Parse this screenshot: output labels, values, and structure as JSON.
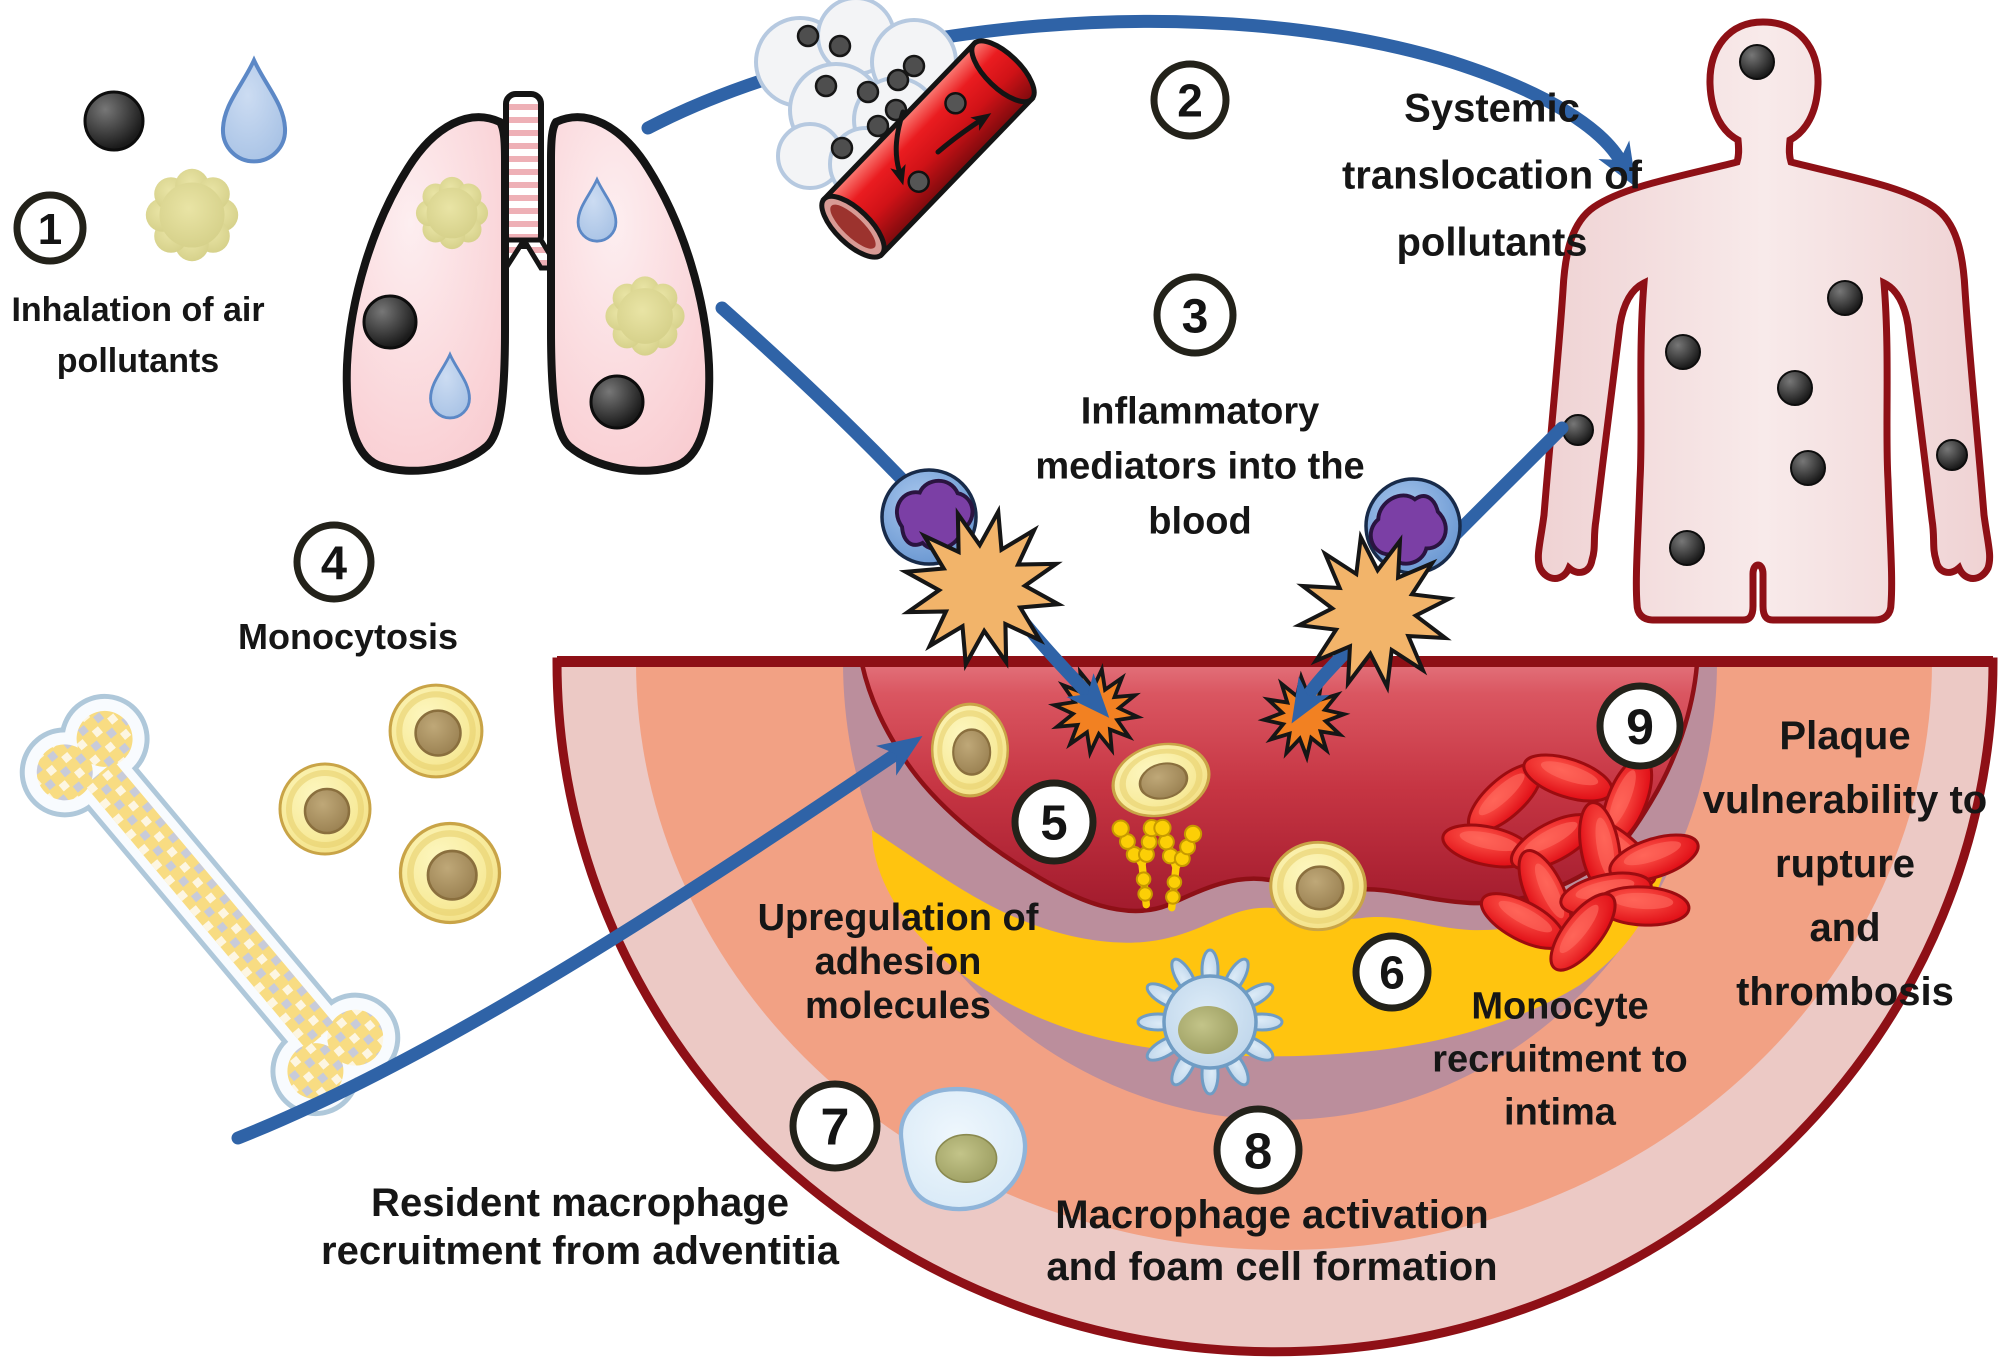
{
  "title": "",
  "steps": [
    {
      "number": "1",
      "label": "Inhalation of air pollutants",
      "lines": [
        "Inhalation of air",
        "pollutants"
      ]
    },
    {
      "number": "2",
      "label": "Systemic translocation of pollutants",
      "lines": [
        "Systemic",
        "translocation of",
        "pollutants"
      ]
    },
    {
      "number": "3",
      "label": "Inflammatory mediators into the blood",
      "lines": [
        "Inflammatory",
        "mediators into the",
        "blood"
      ]
    },
    {
      "number": "4",
      "label": "Monocytosis",
      "lines": [
        "Monocytosis"
      ]
    },
    {
      "number": "5",
      "label": "Upregulation of adhesion molecules",
      "lines": [
        "Upregulation of",
        "adhesion",
        "molecules"
      ]
    },
    {
      "number": "6",
      "label": "Monocyte recruitment to intima",
      "lines": [
        "Monocyte",
        "recruitment to",
        "intima"
      ]
    },
    {
      "number": "7",
      "label": "Resident macrophage recruitment from adventitia",
      "lines": [
        "Resident macrophage",
        "recruitment from adventitia"
      ]
    },
    {
      "number": "8",
      "label": "Macrophage activation and foam cell formation",
      "lines": [
        "Macrophage activation",
        "and foam cell formation"
      ]
    },
    {
      "number": "9",
      "label": "Plaque vulnerability to rupture and thrombosis",
      "lines": [
        "Plaque",
        "vulnerability to",
        "rupture",
        "and",
        "thrombosis"
      ]
    }
  ],
  "icons": [
    "lungs-icon",
    "trachea-icon",
    "pollutant-particle-icon",
    "pollutant-droplet-icon",
    "pollutant-cloud-icon",
    "alveoli-icon",
    "blood-vessel-tube-icon",
    "human-body-icon",
    "bone-icon",
    "monocyte-icon",
    "immune-cell-icon",
    "inflammatory-mediator-icon",
    "adhesion-molecule-icon",
    "macrophage-icon",
    "foam-cell-icon",
    "red-blood-cell-icon",
    "flow-arrow-icon"
  ],
  "colors": {
    "arrow_blue": "#2f63a7",
    "outline_dark_red": "#8e1016",
    "lumen_red": "#c63543",
    "plaque_yellow": "#ffc40f",
    "intima_mauve": "#bb8e9c",
    "media_salmon": "#f2a184",
    "adventitia_pink": "#ecc9c5",
    "monocyte_yellow": "#f7ea9a",
    "rbc_red": "#e21219",
    "mediator_orange": "#f28122",
    "mediator_tan": "#f2b46a",
    "immune_cell_blue": "#5587c8",
    "macrophage_blue": "#b3cde6",
    "bone_marrow_yellow": "#f8dc82",
    "lung_pink": "#f8c6cb",
    "text": "#161616"
  }
}
